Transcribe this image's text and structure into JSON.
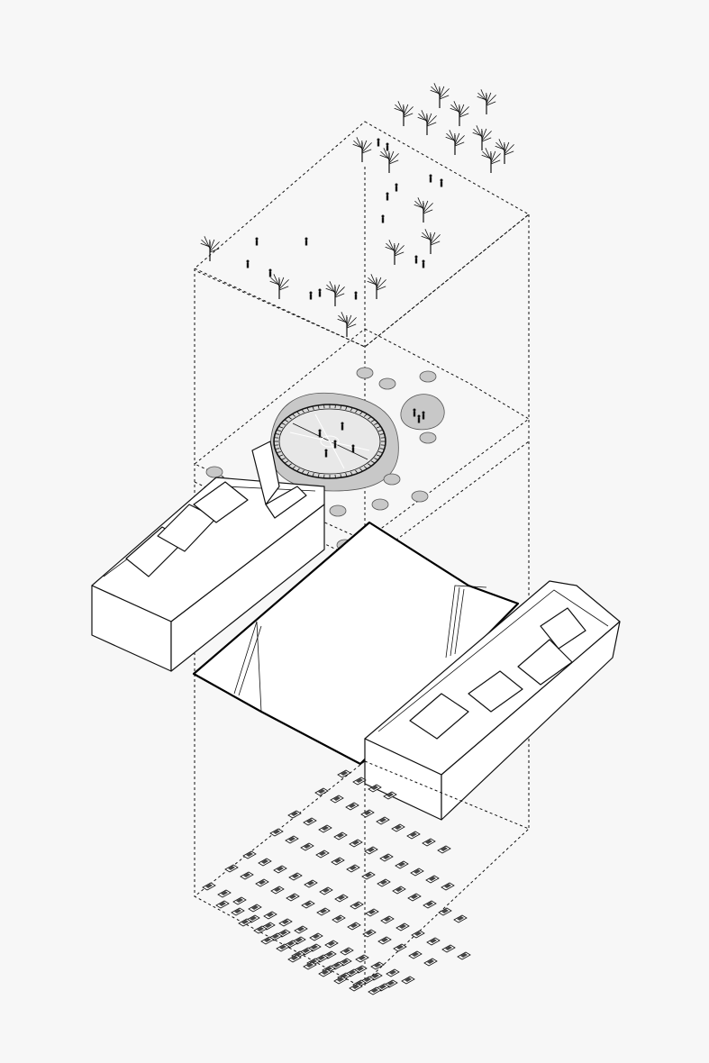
{
  "diagram": {
    "type": "exploded-axonometric",
    "layers": [
      {
        "name": "park-layer",
        "elements": [
          "trees",
          "people"
        ]
      },
      {
        "name": "plaza-layer",
        "elements": [
          "basketball-court",
          "planters"
        ]
      },
      {
        "name": "building-layer",
        "elements": [
          "building-left",
          "building-right",
          "sunken-ground"
        ]
      },
      {
        "name": "parking-layer",
        "elements": [
          "cars"
        ]
      }
    ],
    "colors": {
      "background": "#f7f7f7",
      "line": "#111111",
      "fill_grey": "#c8c8c8",
      "fill_white": "#ffffff"
    }
  }
}
